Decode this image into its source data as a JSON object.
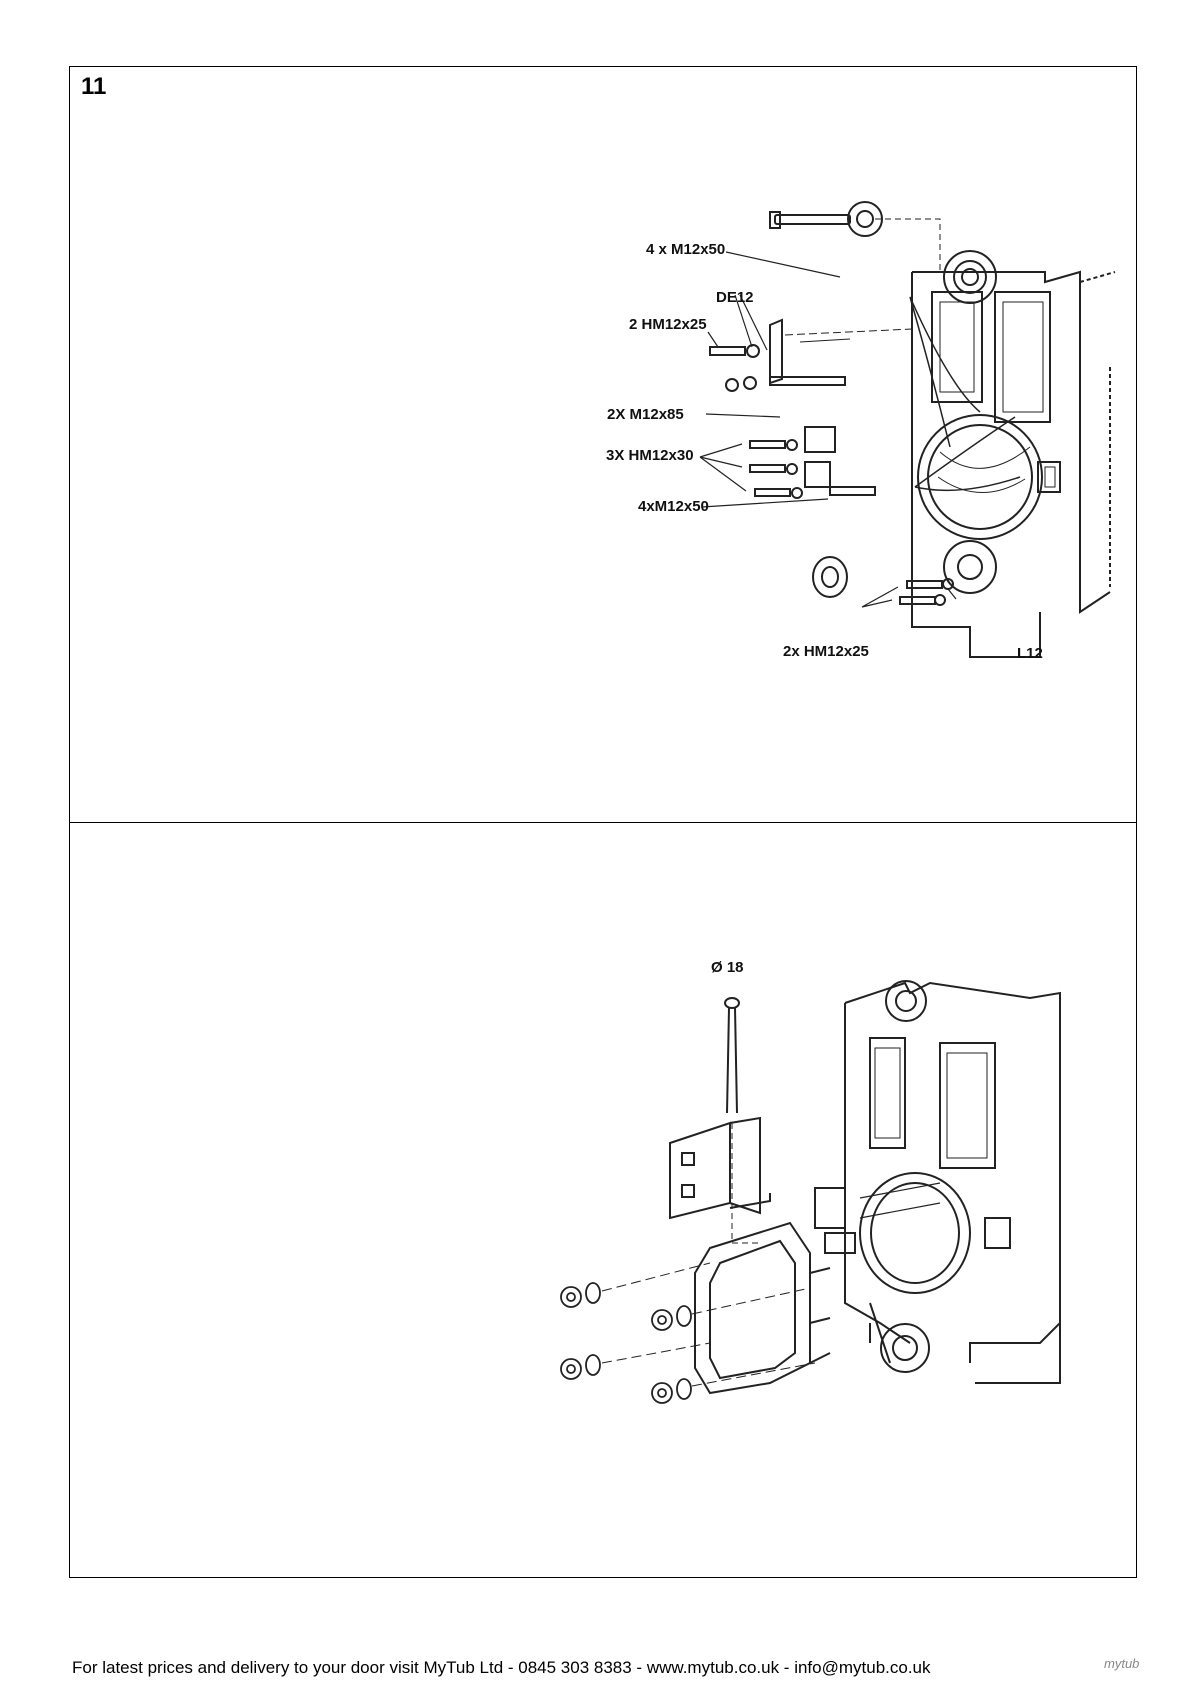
{
  "step": {
    "number": "11"
  },
  "diagram_top": {
    "labels": {
      "bolt_m12x50_top": "4 x M12x50",
      "washer_de12": "DE12",
      "bolt_hm12x25_top": "2 HM12x25",
      "bolt_m12x85": "2X M12x85",
      "bolt_hm12x30": "3X HM12x30",
      "bolt_m12x50_bottom": "4xM12x50",
      "bolt_hm12x25_bottom": "2x HM12x25",
      "washer_l12": "L12"
    }
  },
  "diagram_bottom": {
    "labels": {
      "drill_diameter": "Ø 18"
    }
  },
  "footer": {
    "text": "For latest prices and delivery to your door visit MyTub Ltd - 0845 303 8383 - www.mytub.co.uk - info@mytub.co.uk",
    "logo": "mytub"
  }
}
